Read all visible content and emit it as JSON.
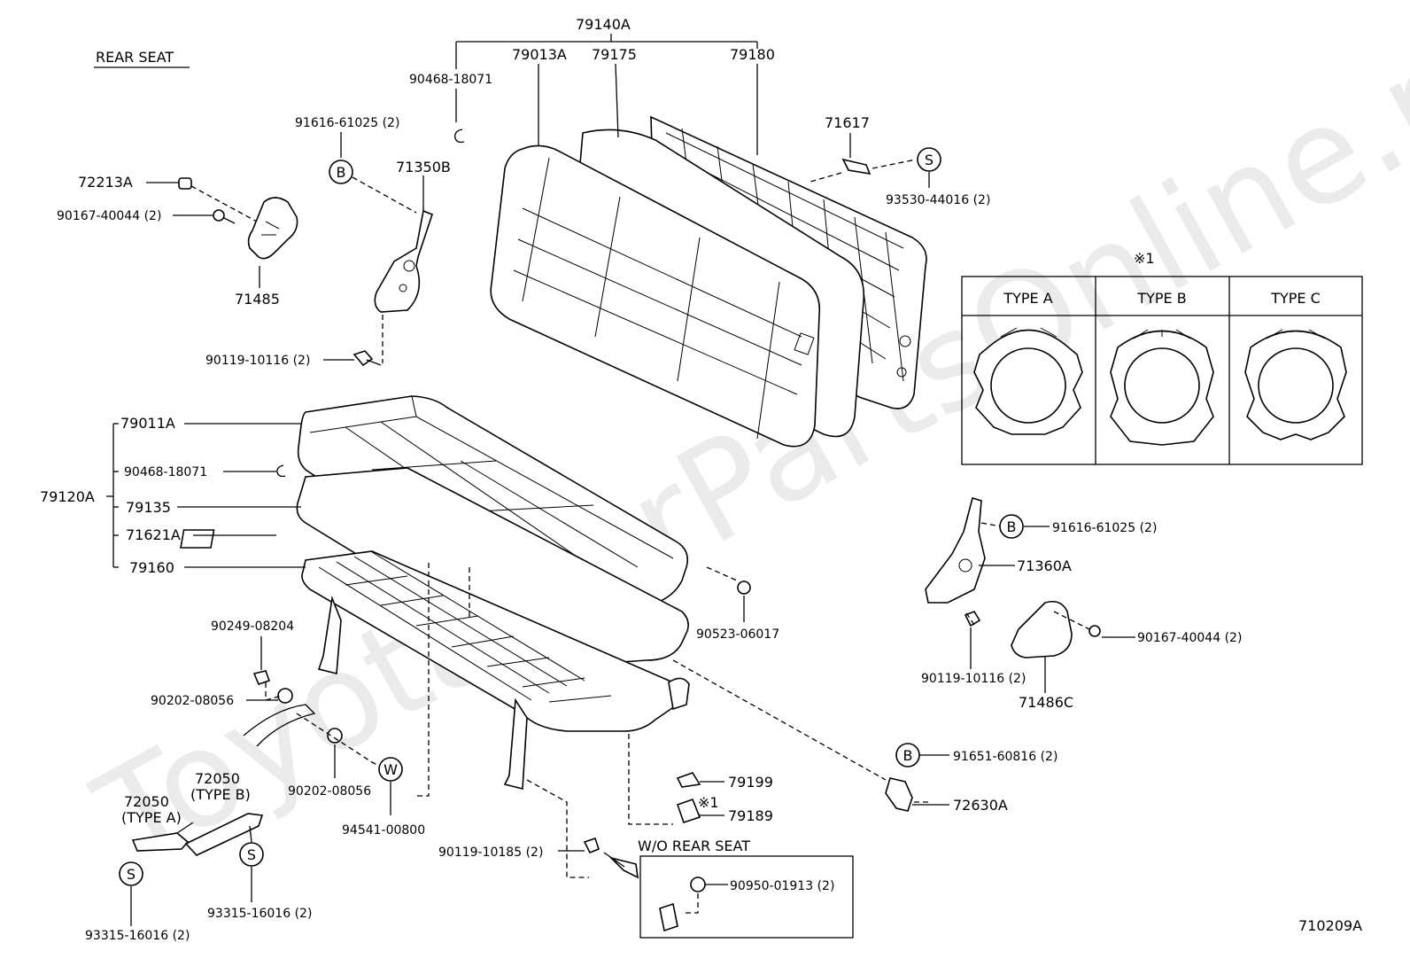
{
  "title": "REAR SEAT",
  "watermark": "ToyotaCarPartsOnline.ru",
  "diagram_code": "710209A",
  "callouts": {
    "p79140A": "79140A",
    "p79013A": "79013A",
    "p79175": "79175",
    "p79180": "79180",
    "p90468a": "90468-18071",
    "p91616a": "91616-61025 (2)",
    "p71350B": "71350B",
    "p72213A": "72213A",
    "p90167a": "90167-40044 (2)",
    "p71485": "71485",
    "p90119a": "90119-10116 (2)",
    "p71617": "71617",
    "p93530": "93530-44016 (2)",
    "p79011A": "79011A",
    "p90468b": "90468-18071",
    "p79120A": "79120A",
    "p79135": "79135",
    "p71621A": "71621A",
    "p79160": "79160",
    "p90523": "90523-06017",
    "p91616b": "91616-61025 (2)",
    "p71360A": "71360A",
    "p90167b": "90167-40044 (2)",
    "p90119b": "90119-10116 (2)",
    "p71486C": "71486C",
    "p90249": "90249-08204",
    "p90202a": "90202-08056",
    "p90202b": "90202-08056",
    "p94541": "94541-00800",
    "p72050a": "72050",
    "p72050a_type": "(TYPE A)",
    "p72050b": "72050",
    "p72050b_type": "(TYPE B)",
    "p93315a": "93315-16016 (2)",
    "p93315b": "93315-16016 (2)",
    "p91651": "91651-60816 (2)",
    "p72630A": "72630A",
    "p79199": "79199",
    "p79189": "79189",
    "ref_mark": "※1",
    "p90119c": "90119-10185 (2)",
    "p90950": "90950-01913 (2)"
  },
  "symbols": {
    "B": "B",
    "S": "S",
    "W": "W"
  },
  "type_table": {
    "ref": "※1",
    "headers": [
      "TYPE A",
      "TYPE B",
      "TYPE C"
    ]
  },
  "inset": {
    "title": "W/O REAR SEAT"
  }
}
